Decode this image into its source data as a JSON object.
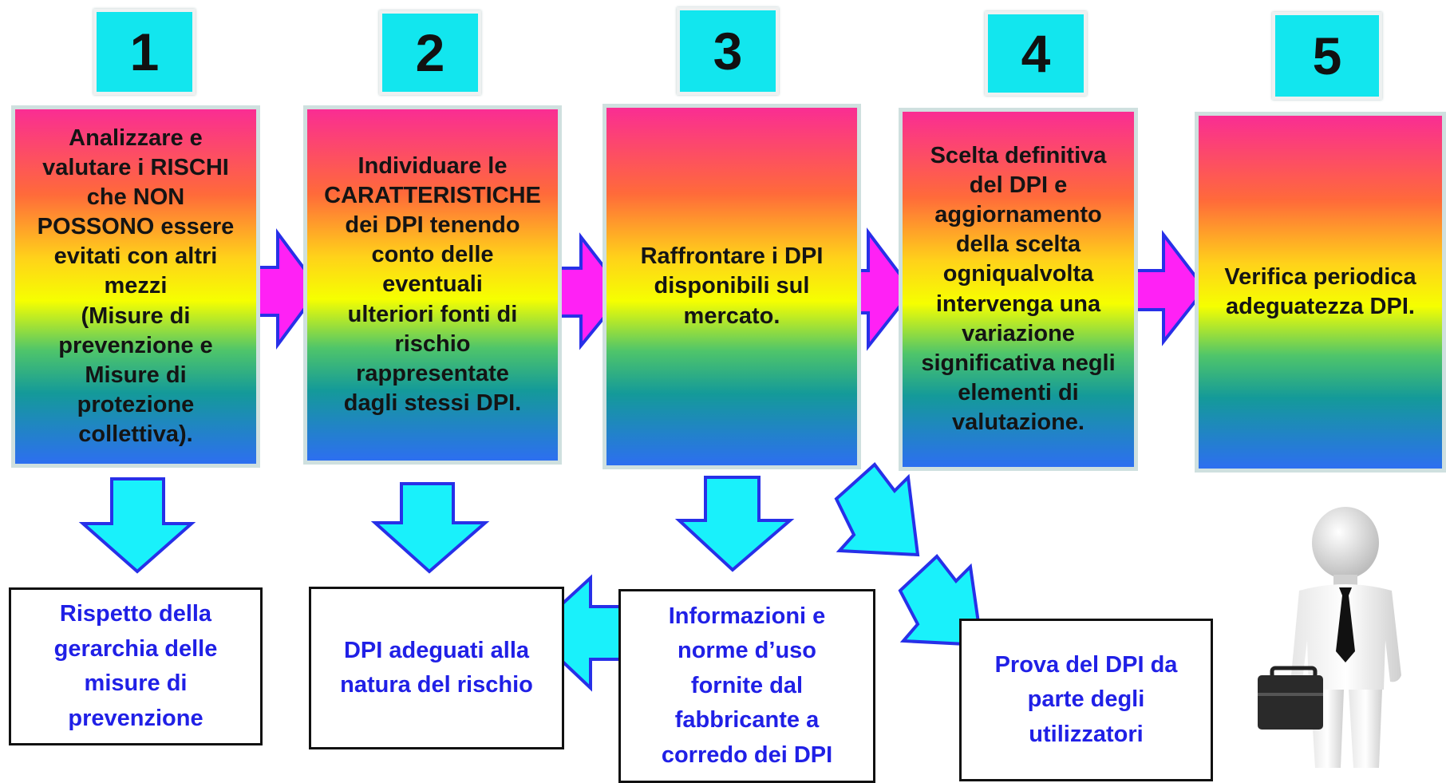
{
  "steps": [
    {
      "number": "1",
      "text": "Analizzare e\nvalutare i RISCHI\nche NON\nPOSSONO essere\nevitati con altri\nmezzi\n(Misure di\nprevenzione e\nMisure di\nprotezione\ncollettiva)."
    },
    {
      "number": "2",
      "text": "Individuare le\nCARATTERISTICHE\ndei DPI  tenendo\nconto delle\neventuali\nulteriori fonti di\nrischio\nrappresentate\ndagli stessi DPI."
    },
    {
      "number": "3",
      "text": "Raffrontare i DPI\ndisponibili sul\nmercato."
    },
    {
      "number": "4",
      "text": "Scelta definitiva\ndel DPI e\naggiornamento\ndella scelta\nogniqualvolta\nintervenga una\nvariazione\nsignificativa negli\nelementi di\nvalutazione."
    },
    {
      "number": "5",
      "text": "Verifica periodica\nadeguatezza DPI."
    }
  ],
  "outcomes": [
    {
      "text": "Rispetto della\ngerarchia delle\nmisure di\nprevenzione"
    },
    {
      "text": "DPI adeguati alla\nnatura del rischio"
    },
    {
      "text": "Informazioni e\nnorme d’uso\nfornite dal\nfabbricante a\ncorredo dei DPI"
    },
    {
      "text": "Prova del DPI da\nparte degli\nutilizzatori"
    }
  ],
  "colors": {
    "number_box": "#12e6ee",
    "right_arrow_fill": "#ff21f5",
    "down_arrow_fill": "#19f1fb",
    "arrow_stroke": "#2730e8",
    "outcome_text": "#2020e6"
  },
  "icons": {
    "person": "businessman-with-briefcase-icon"
  }
}
